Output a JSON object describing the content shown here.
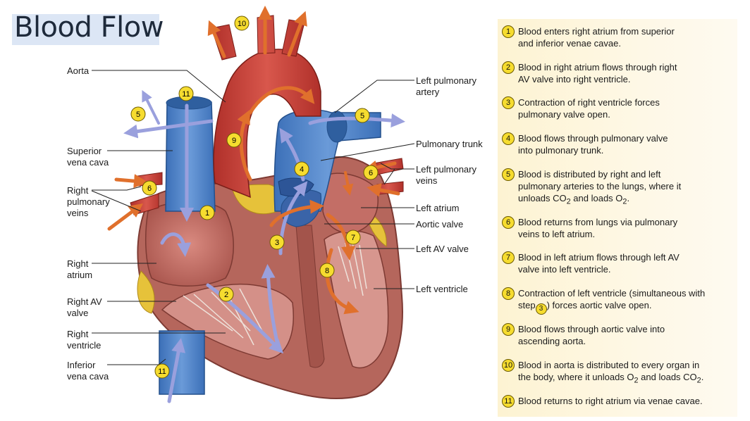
{
  "title": "Blood Flow",
  "labels": {
    "aorta": "Aorta",
    "superior_vena_cava": [
      "Superior",
      "vena cava"
    ],
    "right_pulmonary_veins": [
      "Right",
      "pulmonary",
      "veins"
    ],
    "right_atrium": [
      "Right",
      "atrium"
    ],
    "right_av_valve": [
      "Right AV",
      "valve"
    ],
    "right_ventricle": [
      "Right",
      "ventricle"
    ],
    "inferior_vena_cava": [
      "Inferior",
      "vena cava"
    ],
    "left_pulmonary_artery": [
      "Left pulmonary",
      "artery"
    ],
    "pulmonary_trunk": "Pulmonary trunk",
    "left_pulmonary_veins": [
      "Left pulmonary",
      "veins"
    ],
    "left_atrium": "Left atrium",
    "aortic_valve": "Aortic valve",
    "left_av_valve": "Left AV valve",
    "left_ventricle": "Left ventricle"
  },
  "markers": [
    "10",
    "11",
    "5",
    "9",
    "5",
    "4",
    "6",
    "6",
    "1",
    "3",
    "7",
    "8",
    "2",
    "11"
  ],
  "steps": [
    {
      "num": "1",
      "lines": [
        "Blood enters right atrium from superior",
        "and inferior venae cavae."
      ]
    },
    {
      "num": "2",
      "lines": [
        "Blood in right atrium flows through right",
        "AV valve into right ventricle."
      ]
    },
    {
      "num": "3",
      "lines": [
        "Contraction of right ventricle forces",
        "pulmonary valve open."
      ]
    },
    {
      "num": "4",
      "lines": [
        "Blood flows through pulmonary valve",
        "into pulmonary trunk."
      ]
    },
    {
      "num": "5",
      "lines": [
        "Blood is distributed by right and left",
        "pulmonary arteries to the lungs, where it"
      ],
      "line3": {
        "a": "unloads CO",
        "sub1": "2",
        "b": " and loads O",
        "sub2": "2",
        "c": "."
      }
    },
    {
      "num": "6",
      "lines": [
        "Blood returns from lungs via pulmonary",
        "veins to left atrium."
      ]
    },
    {
      "num": "7",
      "lines": [
        "Blood in left atrium flows through left AV",
        "valve into left ventricle."
      ]
    },
    {
      "num": "8",
      "lines": [
        "Contraction of left ventricle (simultaneous with"
      ],
      "line2": {
        "a": "step",
        "ref": "3",
        "b": ") forces aortic valve open."
      }
    },
    {
      "num": "9",
      "lines": [
        "Blood flows through aortic valve into",
        "ascending aorta."
      ]
    },
    {
      "num": "10",
      "lines": [
        "Blood in aorta is distributed to every organ in"
      ],
      "line2": {
        "a": "the body, where it unloads O",
        "sub1": "2",
        "b": " and loads CO",
        "sub2": "2",
        "c": "."
      }
    },
    {
      "num": "11",
      "lines": [
        "Blood returns to right atrium via venae cavae."
      ]
    }
  ],
  "colors": {
    "deoxygenated": "#4a82c7",
    "oxygenated": "#c8443c",
    "muscle": "#c97a72",
    "fat": "#e6c23a",
    "arrow_blue": "#9aa0dd",
    "arrow_orange": "#e0702c",
    "marker": "#f6dc2f",
    "panel": "#fdf3d2"
  }
}
